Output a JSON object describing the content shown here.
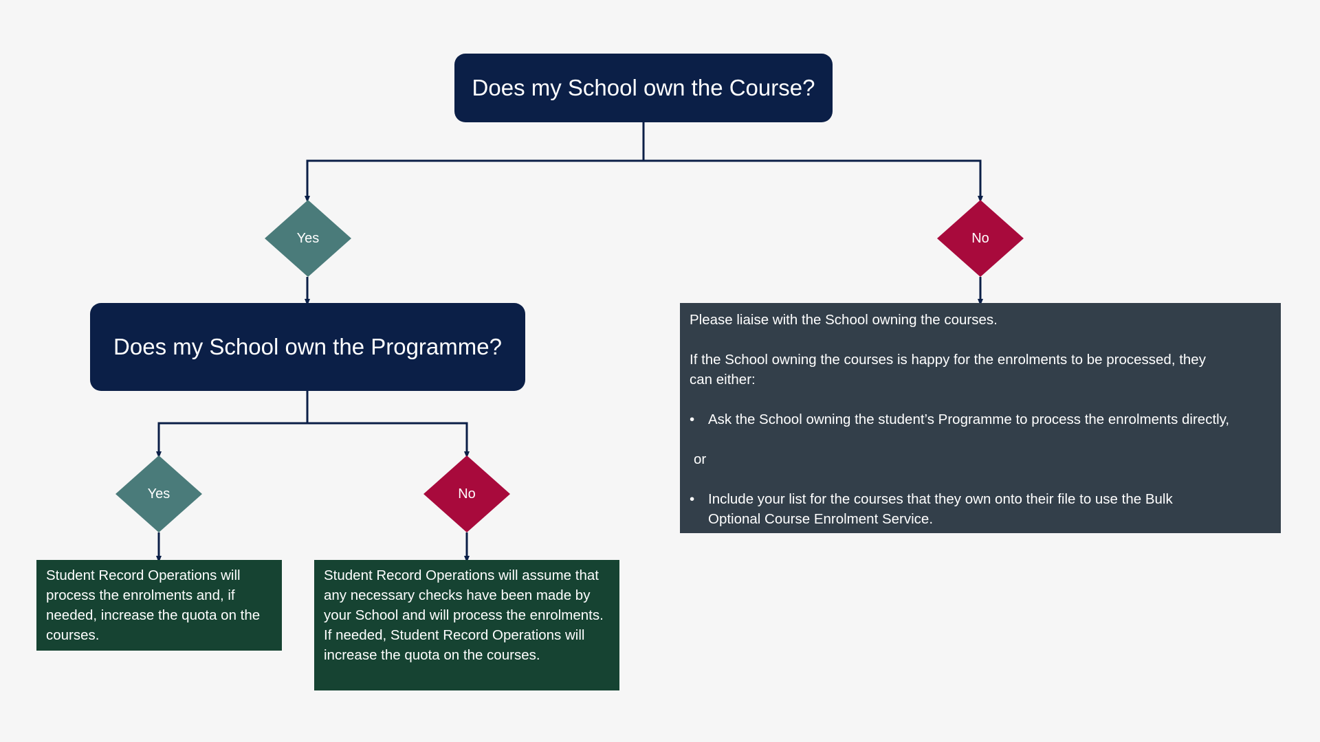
{
  "colors": {
    "background": "#f6f6f6",
    "question_fill": "#0b1f47",
    "yes_fill": "#4a7b7a",
    "no_fill": "#a80a3c",
    "green_box": "#164332",
    "slate_box": "#333f4a",
    "connector": "#0b1f47"
  },
  "question_course": "Does my School own the Course?",
  "question_programme": "Does my School own the Programme?",
  "course_yes_label": "Yes",
  "course_no_label": "No",
  "programme_yes_label": "Yes",
  "programme_no_label": "No",
  "programme_yes_outcome": "Student Record Operations will process the enrolments and, if needed, increase the quota on the courses.",
  "programme_no_outcome": {
    "line1": "Student Record Operations will assume that any necessary checks have been made by your School and will process the enrolments.",
    "line2": "If needed, Student Record Operations will increase the quota on the courses."
  },
  "course_no_outcome": {
    "intro": "Please liaise with the School owning the courses.",
    "condition": "If the School owning the courses is happy for the enrolments to be processed, they can either:",
    "bullet_char": "•",
    "option1": "Ask the School owning the student’s Programme to process the enrolments directly,",
    "or": "or",
    "option2": "Include your list for the courses that they own onto their file to use the Bulk Optional Course Enrolment Service."
  }
}
